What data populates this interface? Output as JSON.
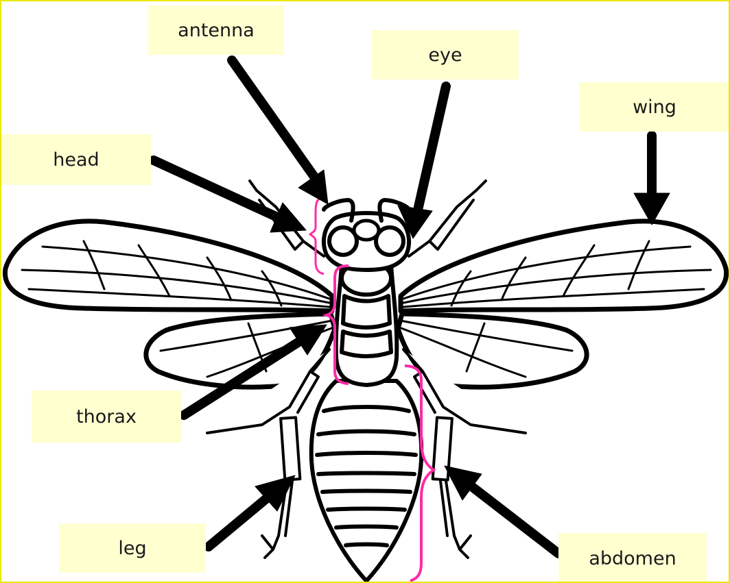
{
  "labels": {
    "antenna": "antenna",
    "eye": "eye",
    "wing": "wing",
    "head": "head",
    "thorax": "thorax",
    "leg": "leg",
    "abdomen": "abdomen"
  },
  "colors": {
    "label_background": "#ffffd0",
    "border": "#e8e800",
    "outline": "#000000",
    "bracket": "#ff2aa8"
  }
}
